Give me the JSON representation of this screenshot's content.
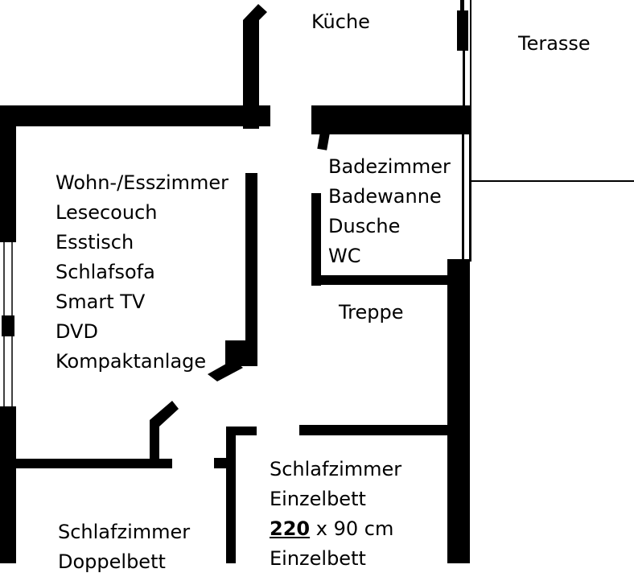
{
  "rooms": {
    "kitchen": {
      "name": "Küche"
    },
    "terrace": {
      "name": "Terasse"
    },
    "bathroom": {
      "name": "Badezimmer",
      "items": [
        "Badewanne",
        "Dusche",
        "WC"
      ]
    },
    "living": {
      "name": "Wohn-/Esszimmer",
      "items": [
        "Lesecouch",
        "Esstisch",
        "Schlafsofa",
        "Smart TV",
        "DVD",
        "Kompaktanlage"
      ]
    },
    "stairs": {
      "name": "Treppe"
    },
    "bedroom_single": {
      "name": "Schlafzimmer",
      "bed1": "Einzelbett",
      "bed1_length": "220",
      "bed1_width": "x 90 cm",
      "bed2": "Einzelbett"
    },
    "bedroom_double": {
      "name": "Schlafzimmer",
      "bed": "Doppelbett"
    }
  }
}
